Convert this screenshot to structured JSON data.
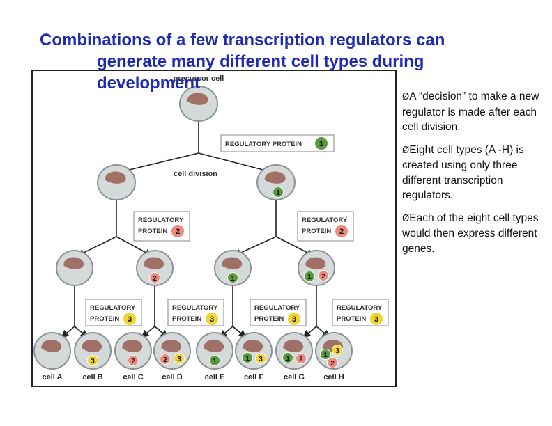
{
  "slide": {
    "title_line1": "Combinations of a few transcription regulators can",
    "title_line2": "generate  many different cell types during",
    "title_line3": "development"
  },
  "bullets": [
    {
      "marker": "Ø",
      "text": "A “decision” to make a new regulator is made after each cell division."
    },
    {
      "marker": "Ø",
      "text": "Eight cell types (A -H) is created using only three different transcription regulators."
    },
    {
      "marker": "Ø",
      "text": "Each of the eight cell types would then express different genes."
    }
  ],
  "diagram": {
    "precursor_label": "precursor cell",
    "division_label": "cell division",
    "regulatory_line1": "REGULATORY",
    "protein_word": "PROTEIN",
    "regulatory_protein_label": "REGULATORY PROTEIN",
    "cell_labels": [
      "cell A",
      "cell B",
      "cell C",
      "cell D",
      "cell E",
      "cell F",
      "cell G",
      "cell H"
    ],
    "protein_numbers": [
      "1",
      "2",
      "3"
    ],
    "colors": {
      "protein_1": "#5a9a3a",
      "protein_2": "#f08a7e",
      "protein_3": "#f2d531",
      "cell_fill": "#d4d9da",
      "cell_stroke": "#8c9193",
      "nucleus": "#a07066",
      "title": "#1f2bb5"
    }
  }
}
